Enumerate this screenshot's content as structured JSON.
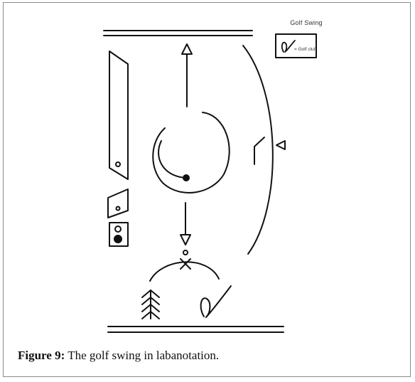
{
  "legend": {
    "title": "Golf Swing",
    "symbol_label": "= Golf club"
  },
  "caption": {
    "label": "Figure 9:",
    "text": " The golf swing in labanotation."
  }
}
